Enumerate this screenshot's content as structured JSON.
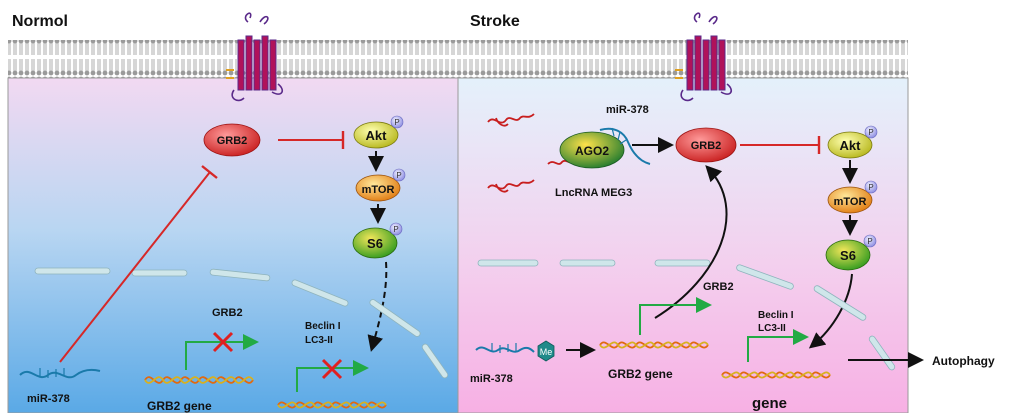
{
  "panels": {
    "normal": {
      "title": "Normol",
      "grb2": "GRB2",
      "akt": "Akt",
      "mtor": "mTOR",
      "s6": "S6",
      "mir": "miR-378",
      "grb2_label": "GRB2",
      "grb2_gene": "GRB2 gene",
      "beclin": "Beclin I",
      "lc3": "LC3-II"
    },
    "stroke": {
      "title": "Stroke",
      "mir_top": "miR-378",
      "ago2": "AGO2",
      "lncrna": "LncRNA MEG3",
      "grb2": "GRB2",
      "akt": "Akt",
      "mtor": "mTOR",
      "s6": "S6",
      "grb2_label": "GRB2",
      "mir_bottom": "miR-378",
      "me": "Me",
      "grb2_gene": "GRB2 gene",
      "beclin": "Beclin I",
      "lc3": "LC3-II",
      "gene": "gene",
      "autophagy": "Autophagy"
    }
  },
  "phospho_mark": "P",
  "colors": {
    "normal_bg_top": "#f2d9f2",
    "normal_bg_bottom": "#5aa9e6",
    "stroke_bg_top": "#dfeefa",
    "stroke_bg_bottom": "#f7b6e8",
    "inhibit": "#d62828",
    "activate": "#111111",
    "transcribe": "#22aa44",
    "grb2": "#e03a3a",
    "akt": "#d8d830",
    "s6": "#44aa22",
    "phospho": "#a8a8f0",
    "ago2": "#2d8a3a"
  },
  "icons": [
    "receptor-icon",
    "phospho-icon",
    "mirna-icon",
    "dna-icon",
    "rna-coil-icon",
    "block-x-icon",
    "methyl-icon"
  ]
}
